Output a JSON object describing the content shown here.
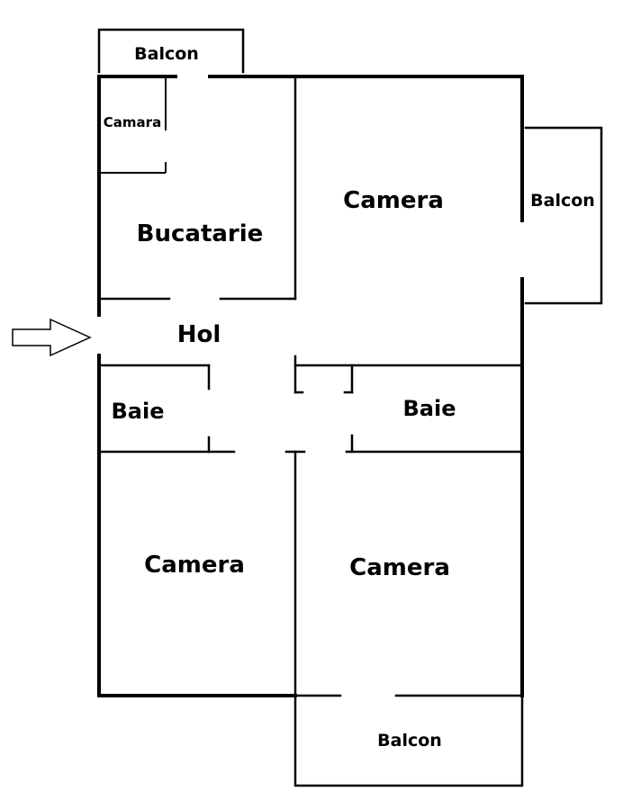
{
  "rooms": {
    "balcon_top": "Balcon",
    "camara": "Camara",
    "bucatarie": "Bucatarie",
    "camera_top_right": "Camera",
    "balcon_right": "Balcon",
    "hol": "Hol",
    "baie_left": "Baie",
    "baie_right": "Baie",
    "camera_bottom_left": "Camera",
    "camera_bottom_right": "Camera",
    "balcon_bottom": "Balcon"
  },
  "icons": {
    "entrance": "entrance-arrow-icon"
  }
}
